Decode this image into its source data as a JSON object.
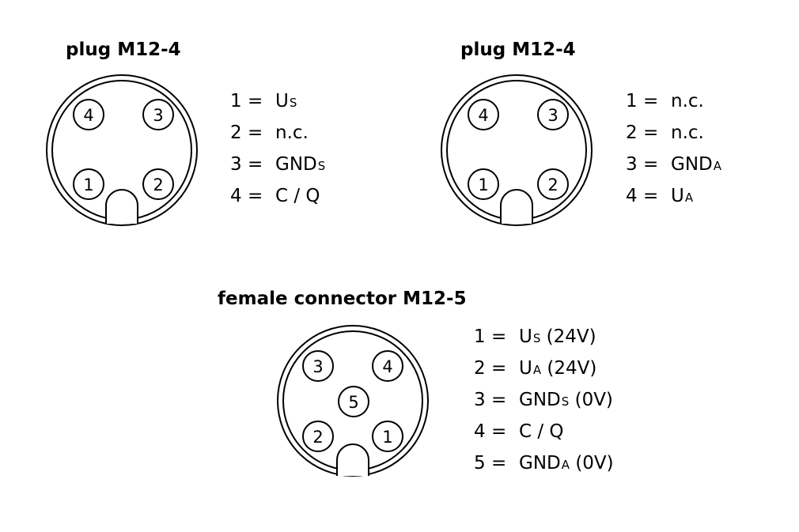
{
  "connectors": [
    {
      "title": "plug M12-4",
      "pin_labels": [
        "4",
        "3",
        "1",
        "2"
      ],
      "assignments": [
        {
          "num": "1 =",
          "main": "U",
          "sub": "S",
          "after": ""
        },
        {
          "num": "2 =",
          "main": "n.c.",
          "sub": "",
          "after": ""
        },
        {
          "num": "3 =",
          "main": "GND",
          "sub": "S",
          "after": ""
        },
        {
          "num": "4 =",
          "main": "C / Q",
          "sub": "",
          "after": ""
        }
      ]
    },
    {
      "title": "plug M12-4",
      "pin_labels": [
        "4",
        "3",
        "1",
        "2"
      ],
      "assignments": [
        {
          "num": "1 =",
          "main": "n.c.",
          "sub": "",
          "after": ""
        },
        {
          "num": "2 =",
          "main": "n.c.",
          "sub": "",
          "after": ""
        },
        {
          "num": "3 =",
          "main": "GND",
          "sub": "A",
          "after": ""
        },
        {
          "num": "4 =",
          "main": "U",
          "sub": "A",
          "after": ""
        }
      ]
    },
    {
      "title": "female connector M12-5",
      "pin_labels": [
        "3",
        "4",
        "5",
        "2",
        "1"
      ],
      "assignments": [
        {
          "num": "1 =",
          "main": "U",
          "sub": "S",
          "after": " (24V)"
        },
        {
          "num": "2 =",
          "main": "U",
          "sub": "A",
          "after": " (24V)"
        },
        {
          "num": "3 =",
          "main": "GND",
          "sub": "S",
          "after": " (0V)"
        },
        {
          "num": "4 =",
          "main": "C / Q",
          "sub": "",
          "after": ""
        },
        {
          "num": "5 =",
          "main": "GND",
          "sub": "A",
          "after": " (0V)"
        }
      ]
    }
  ]
}
